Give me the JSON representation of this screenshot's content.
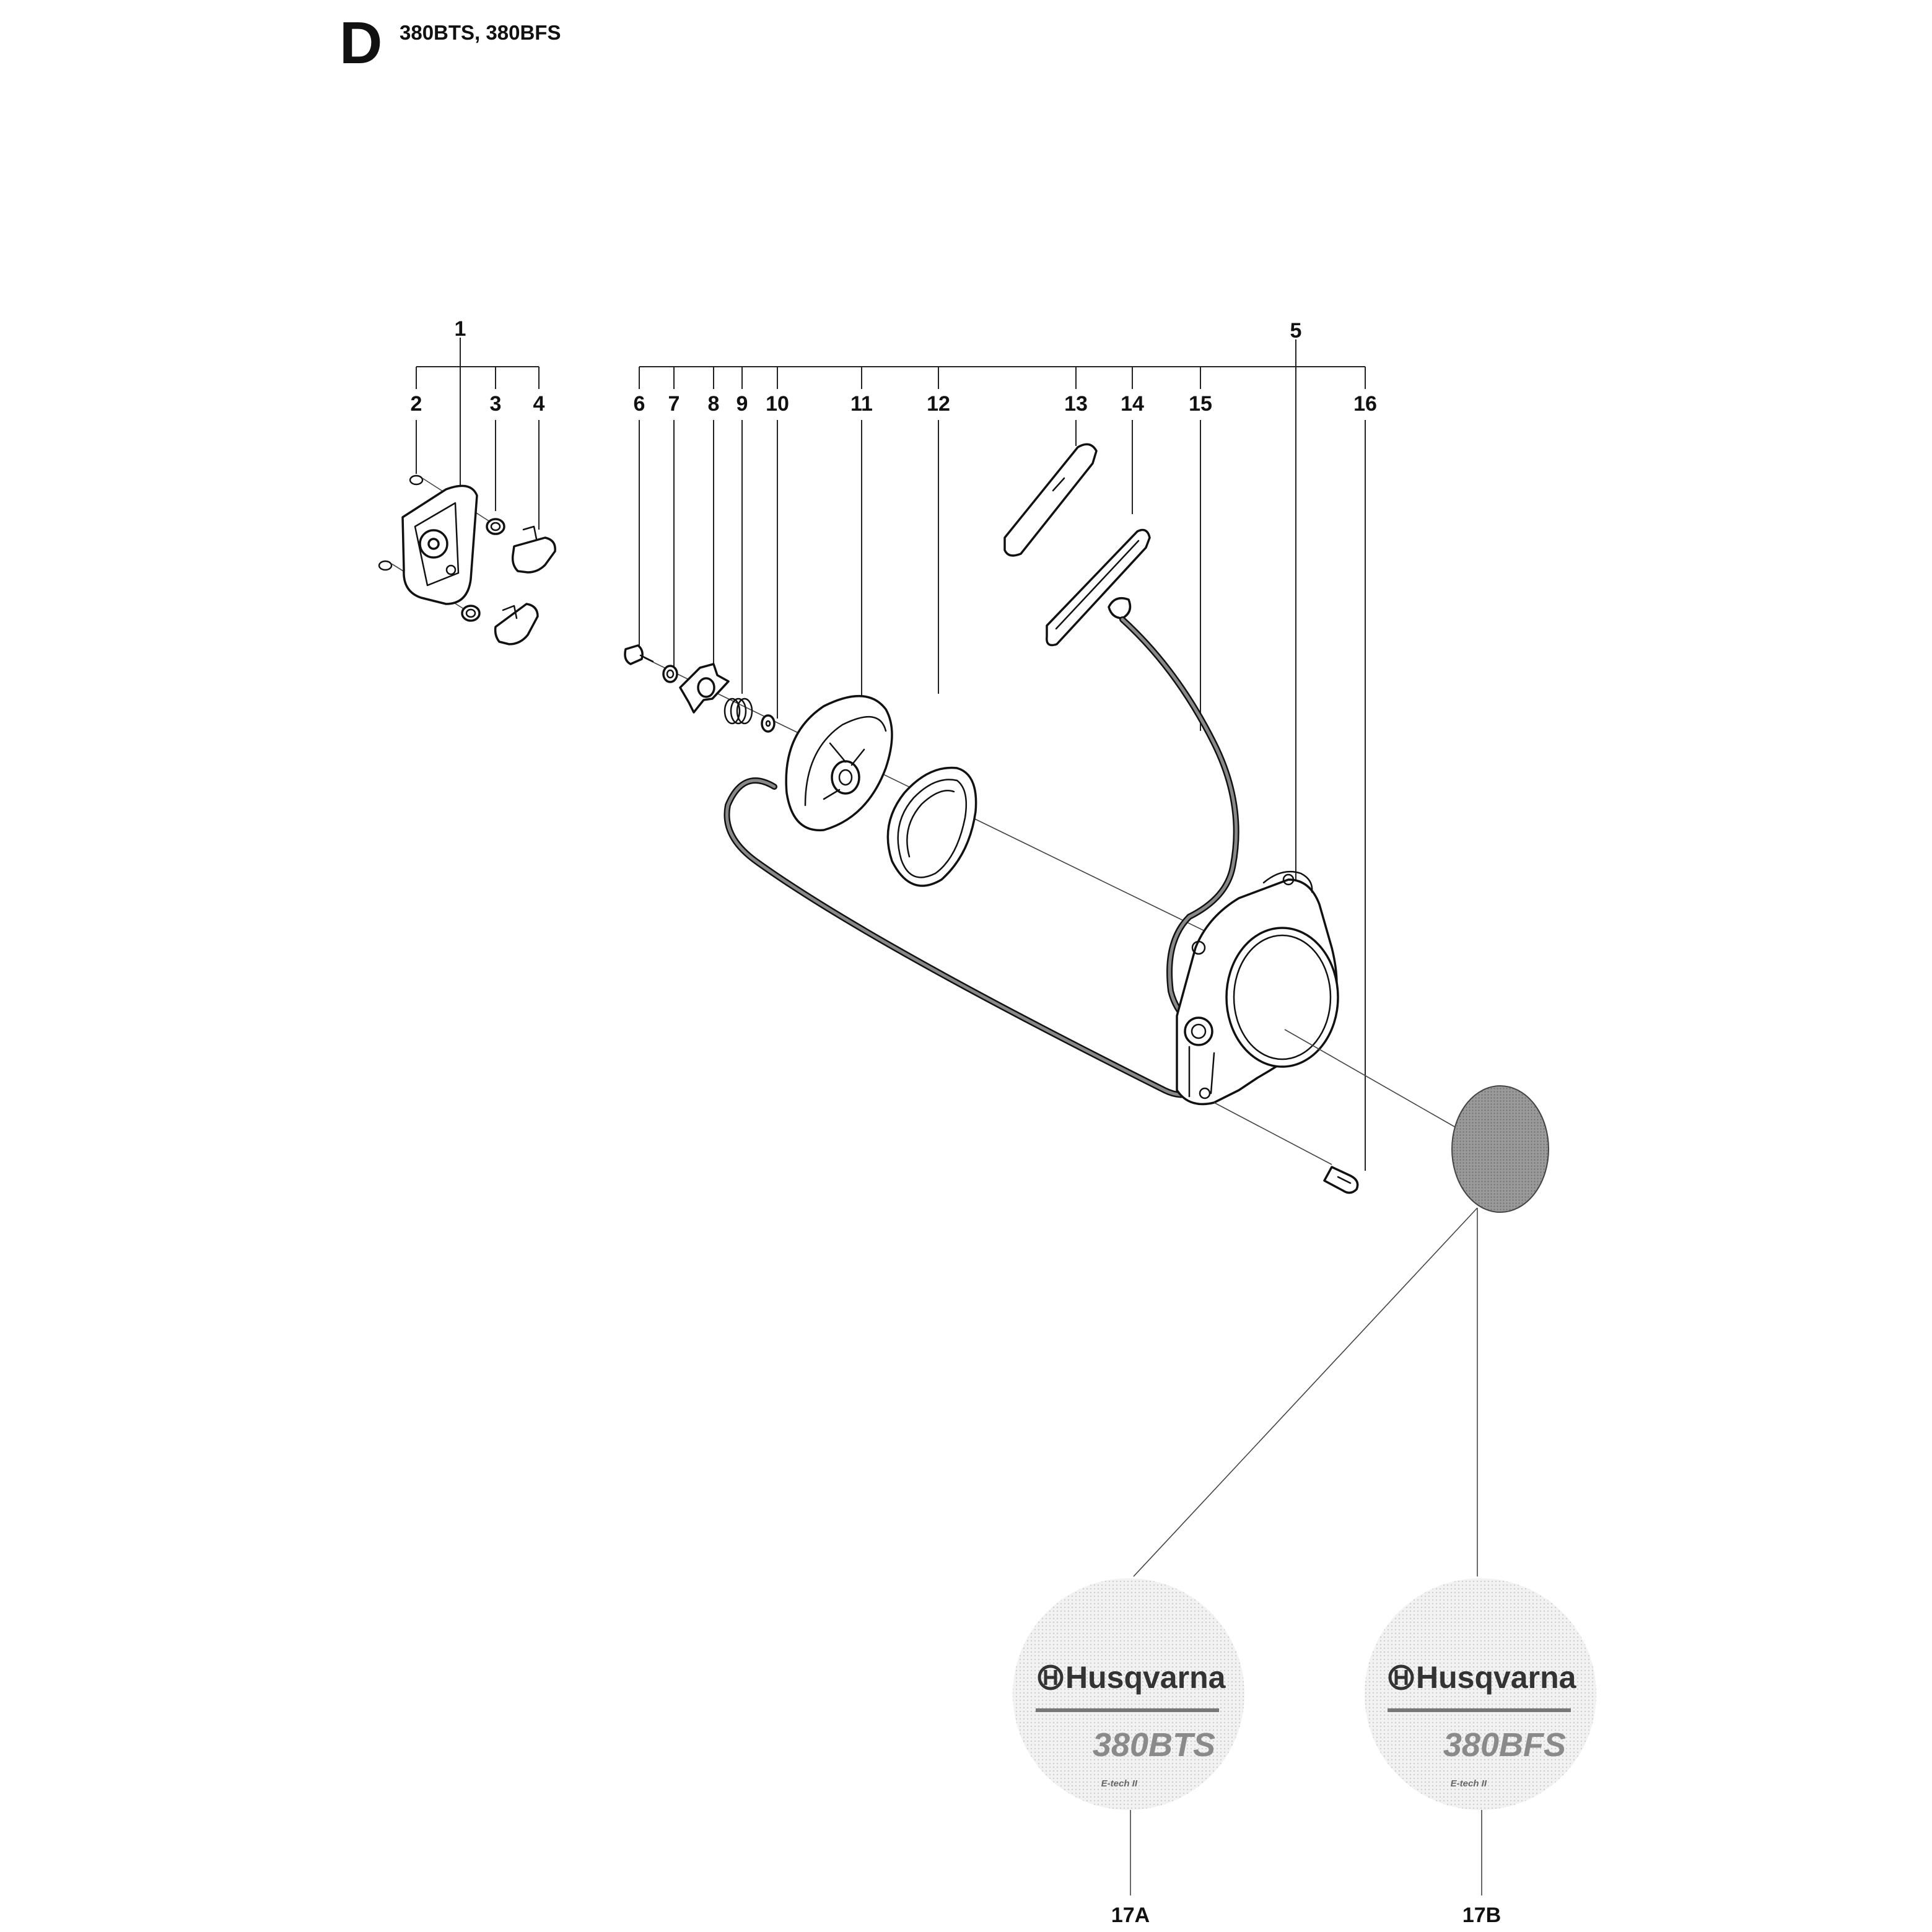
{
  "header": {
    "section_letter": "D",
    "models": "380BTS, 380BFS"
  },
  "callouts": {
    "n1": "1",
    "n2": "2",
    "n3": "3",
    "n4": "4",
    "n5": "5",
    "n6": "6",
    "n7": "7",
    "n8": "8",
    "n9": "9",
    "n10": "10",
    "n11": "11",
    "n12": "12",
    "n13": "13",
    "n14": "14",
    "n15": "15",
    "n16": "16",
    "n17a": "17A",
    "n17b": "17B"
  },
  "decals": {
    "a": {
      "brand": "Husqvarna",
      "model": "380BTS",
      "sub": "E-tech II"
    },
    "b": {
      "brand": "Husqvarna",
      "model": "380BFS",
      "sub": "E-tech II"
    }
  },
  "colors": {
    "ink": "#111111",
    "decal_fill": "#eeeeee",
    "decal_text": "#8a8a8a",
    "decal_bar": "#777777"
  }
}
